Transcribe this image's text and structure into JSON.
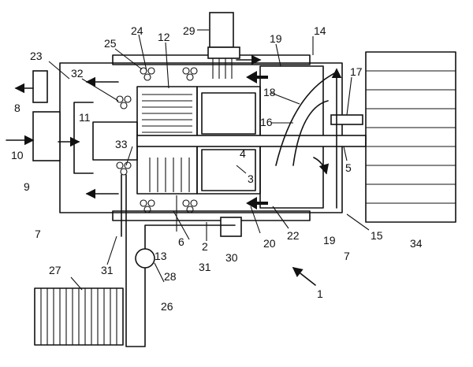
{
  "figure": {
    "reference_labels": [
      {
        "id": "l29",
        "text": "29"
      },
      {
        "id": "l24",
        "text": "24"
      },
      {
        "id": "l25",
        "text": "25"
      },
      {
        "id": "l12",
        "text": "12"
      },
      {
        "id": "l19a",
        "text": "19"
      },
      {
        "id": "l14",
        "text": "14"
      },
      {
        "id": "l23",
        "text": "23"
      },
      {
        "id": "l32",
        "text": "32"
      },
      {
        "id": "l17",
        "text": "17"
      },
      {
        "id": "l18",
        "text": "18"
      },
      {
        "id": "l8",
        "text": "8"
      },
      {
        "id": "l11",
        "text": "11"
      },
      {
        "id": "l16",
        "text": "16"
      },
      {
        "id": "l10",
        "text": "10"
      },
      {
        "id": "l33",
        "text": "33"
      },
      {
        "id": "l4",
        "text": "4"
      },
      {
        "id": "l5",
        "text": "5"
      },
      {
        "id": "l3",
        "text": "3"
      },
      {
        "id": "l9",
        "text": "9"
      },
      {
        "id": "l7a",
        "text": "7"
      },
      {
        "id": "l6",
        "text": "6"
      },
      {
        "id": "l13",
        "text": "13"
      },
      {
        "id": "l2",
        "text": "2"
      },
      {
        "id": "l20",
        "text": "20"
      },
      {
        "id": "l22",
        "text": "22"
      },
      {
        "id": "l19b",
        "text": "19"
      },
      {
        "id": "l15",
        "text": "15"
      },
      {
        "id": "l7b",
        "text": "7"
      },
      {
        "id": "l34",
        "text": "34"
      },
      {
        "id": "l31a",
        "text": "31"
      },
      {
        "id": "l31b",
        "text": "31"
      },
      {
        "id": "l30",
        "text": "30"
      },
      {
        "id": "l28",
        "text": "28"
      },
      {
        "id": "l27",
        "text": "27"
      },
      {
        "id": "l26",
        "text": "26"
      },
      {
        "id": "l1",
        "text": "1"
      }
    ]
  }
}
